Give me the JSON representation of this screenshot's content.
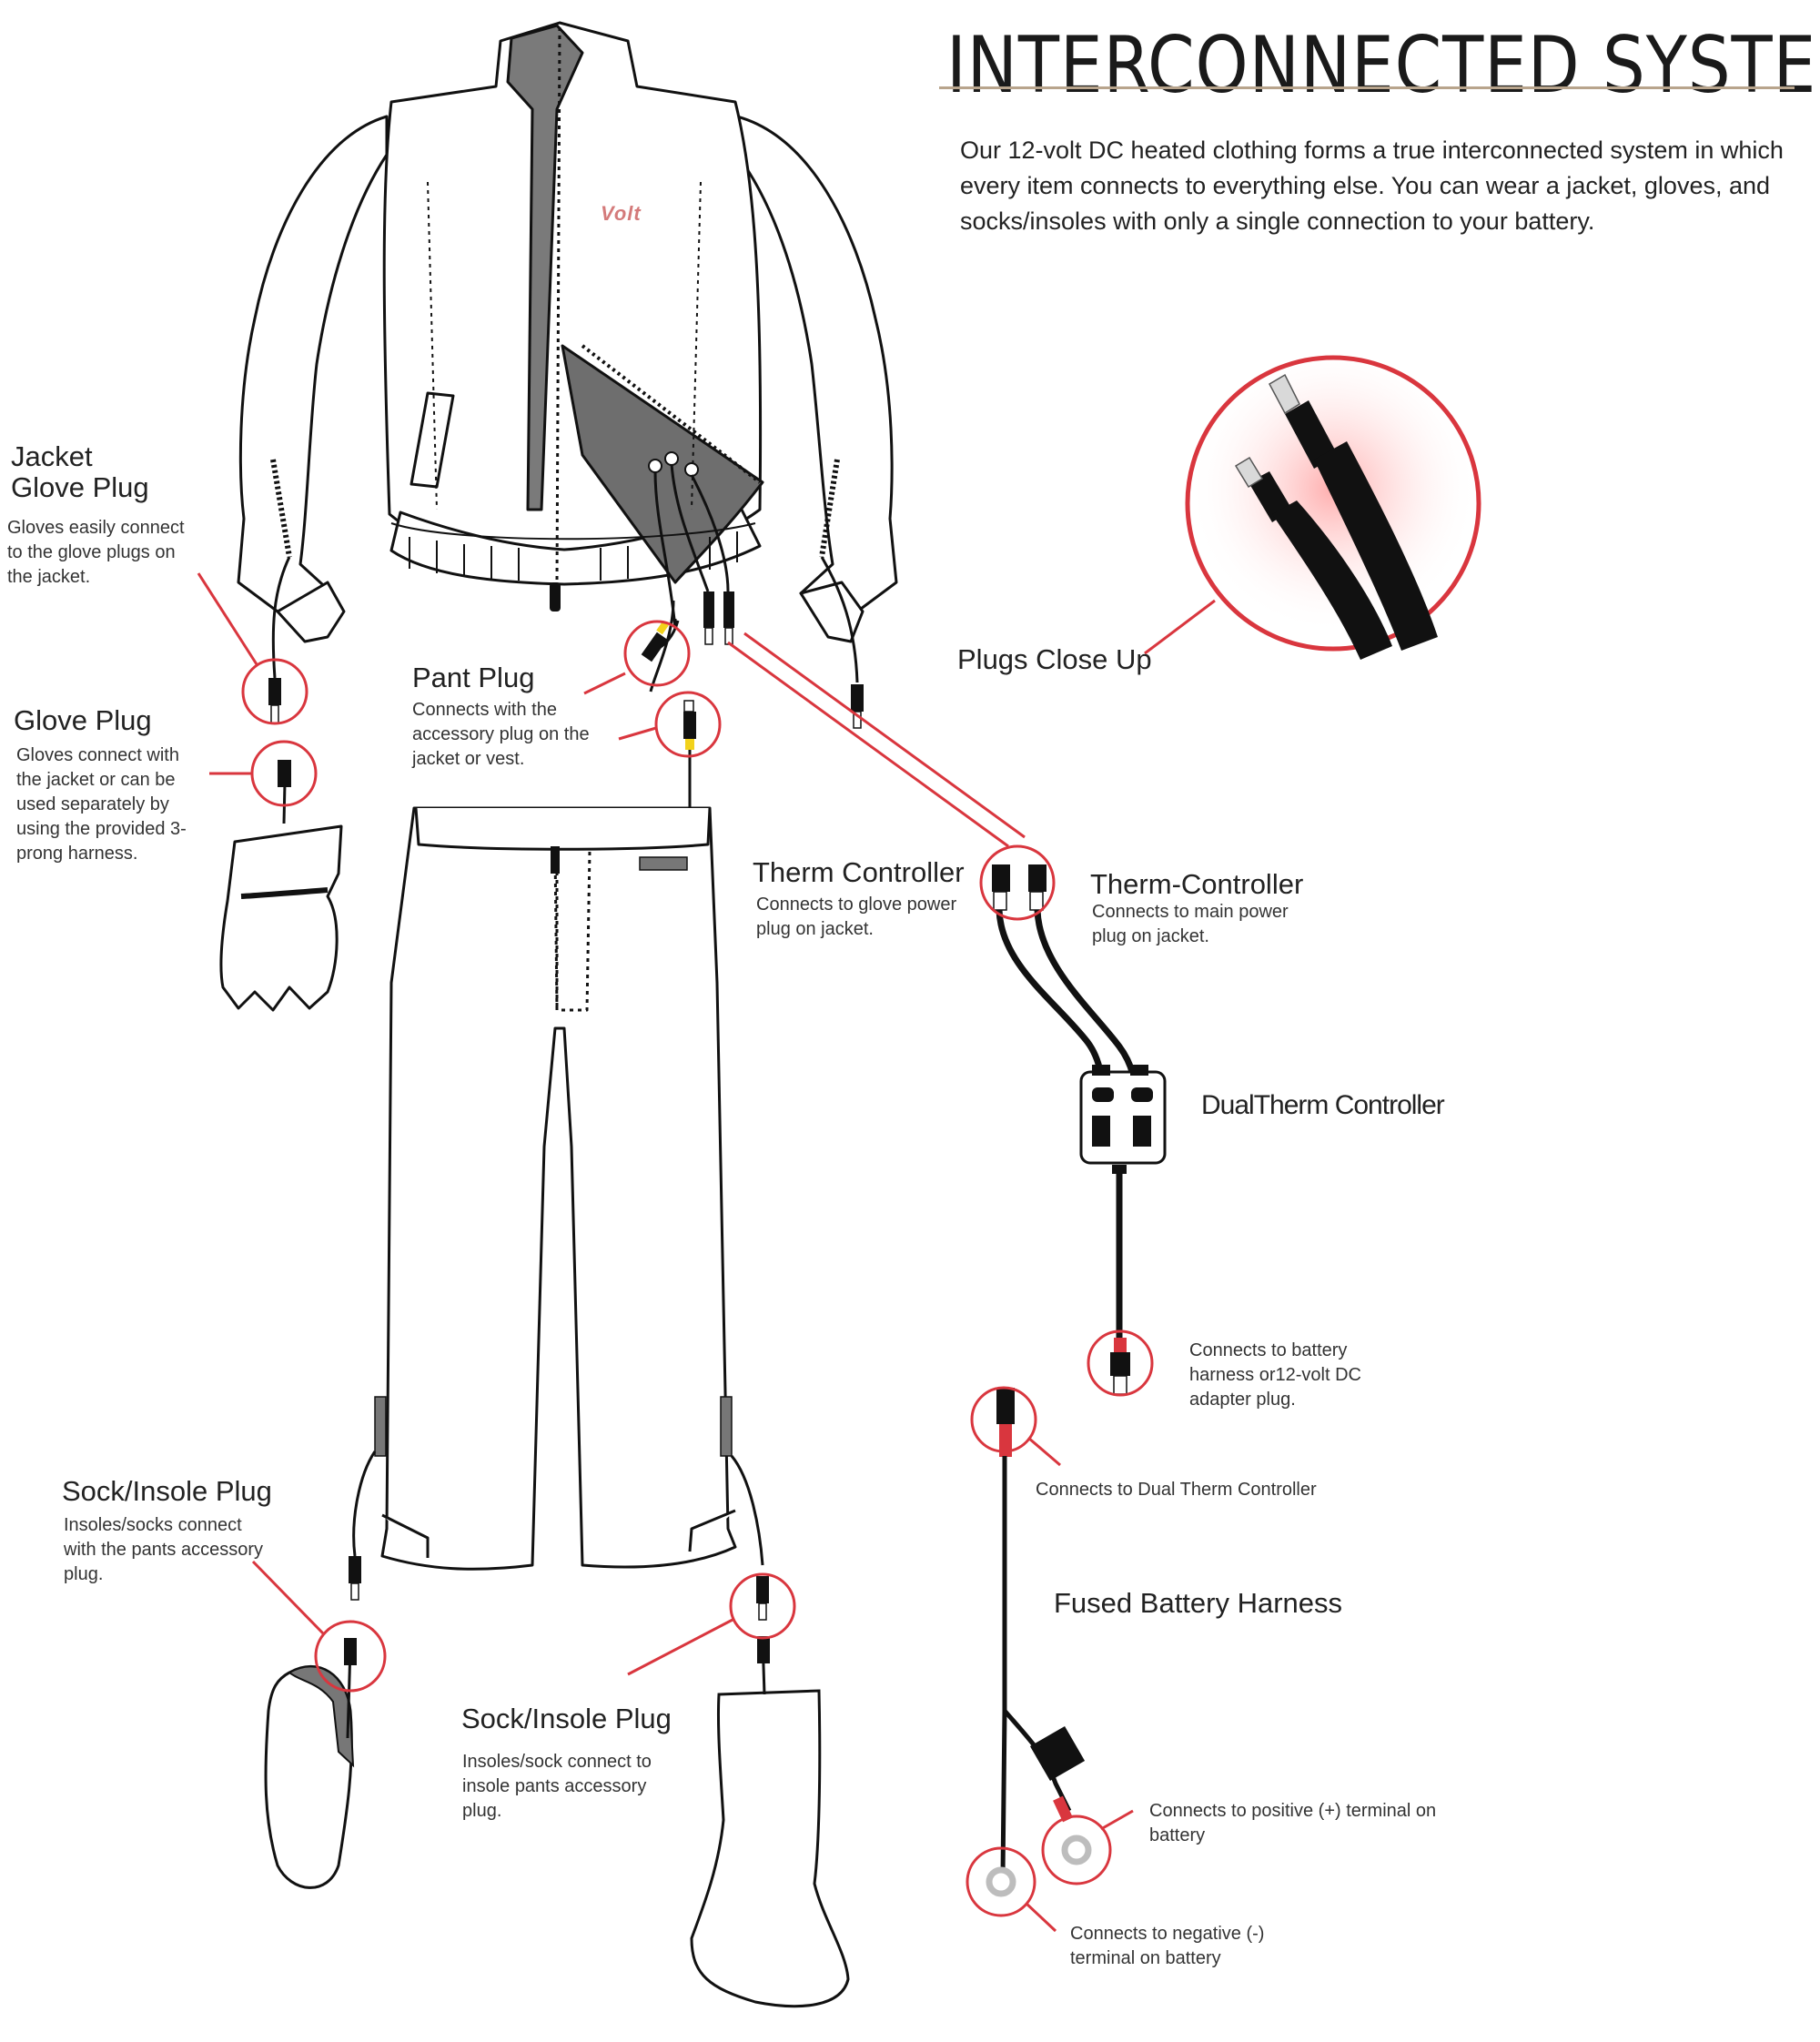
{
  "header": {
    "title": "INTERCONNECTED SYSTEM",
    "intro": "Our 12-volt DC heated clothing forms a true interconnected system in which every item connects to everything else. You can wear a jacket, gloves, and socks/insoles with only a single connection to your battery."
  },
  "brand": {
    "logo_text": "Volt"
  },
  "colors": {
    "callout_red": "#d9363e",
    "wire": "#111111",
    "panel_gray": "#7a7a7a",
    "accent_yellow": "#f2d21b",
    "rule_tan": "#b8a48c"
  },
  "callouts": {
    "jacket_glove_plug": {
      "title_line1": "Jacket",
      "title_line2": "Glove Plug",
      "desc": "Gloves easily connect to the glove plugs on the jacket."
    },
    "glove_plug": {
      "title": "Glove Plug",
      "desc": "Gloves connect with the jacket or can be used separately by using the provided 3-prong harness."
    },
    "pant_plug": {
      "title": "Pant Plug",
      "desc": "Connects with the accessory plug on the jacket or vest."
    },
    "plugs_close_up": {
      "title": "Plugs Close Up"
    },
    "therm_controller": {
      "title": "Therm Controller",
      "desc": "Connects to  glove power plug on  jacket."
    },
    "therm_controller_main": {
      "title": "Therm-Controller",
      "desc": "Connects to main power plug on jacket."
    },
    "dual_therm_controller": {
      "title": "DualTherm Controller"
    },
    "battery_adapter": {
      "desc": "Connects to  battery harness or12-volt DC adapter plug."
    },
    "to_dual_therm": {
      "desc": "Connects to Dual Therm Controller"
    },
    "fused_battery_harness": {
      "title": "Fused Battery Harness"
    },
    "positive_terminal": {
      "desc": "Connects to positive (+) terminal on battery"
    },
    "negative_terminal": {
      "desc": "Connects to negative (-) terminal on battery"
    },
    "sock_insole_plug_left": {
      "title": "Sock/Insole Plug",
      "desc": "Insoles/socks connect with the pants accessory plug."
    },
    "sock_insole_plug_right": {
      "title": "Sock/Insole Plug",
      "desc": "Insoles/sock connect to insole pants accessory plug."
    }
  }
}
